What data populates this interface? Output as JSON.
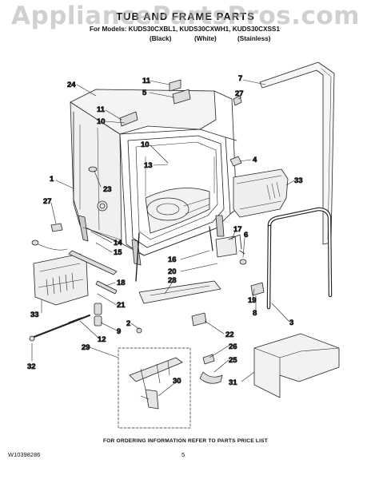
{
  "watermark": "AppliancePartsPros.com",
  "header": {
    "title": "TUB AND FRAME PARTS",
    "models_line": "For Models: KUDS30CXBL1, KUDS30CXWH1, KUDS30CXSS1",
    "variant_black": "(Black)",
    "variant_white": "(White)",
    "variant_stainless": "(Stainless)"
  },
  "callouts": [
    "24",
    "11",
    "5",
    "11",
    "10",
    "7",
    "27",
    "10",
    "13",
    "4",
    "1",
    "23",
    "33",
    "27",
    "17",
    "6",
    "14",
    "15",
    "16",
    "20",
    "28",
    "3",
    "18",
    "21",
    "19",
    "8",
    "33",
    "2",
    "9",
    "22",
    "12",
    "26",
    "25",
    "29",
    "30",
    "31",
    "32"
  ],
  "footer": {
    "note": "FOR ORDERING INFORMATION REFER TO PARTS PRICE LIST",
    "part_code": "W10398286",
    "page": "5"
  }
}
